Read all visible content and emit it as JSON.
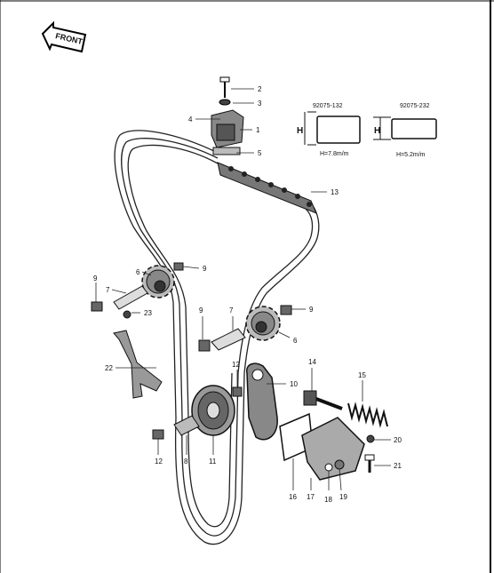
{
  "front_label": "FRONT",
  "parts": {
    "p1": "1",
    "p2": "2",
    "p3": "3",
    "p4": "4",
    "p5": "5",
    "p6a": "6",
    "p6b": "6",
    "p7a": "7",
    "p7b": "7",
    "p8": "8",
    "p9a": "9",
    "p9b": "9",
    "p9c": "9",
    "p9d": "9",
    "p10": "10",
    "p11": "11",
    "p12a": "12",
    "p12b": "12",
    "p13": "13",
    "p14": "14",
    "p15": "15",
    "p16": "16",
    "p17": "17",
    "p18": "18",
    "p19": "19",
    "p20": "20",
    "p21": "21",
    "p22": "22",
    "p23": "23"
  },
  "shim_left": {
    "part_no": "92075-132",
    "dim_label": "H",
    "dim_value": "H=7.8m/m"
  },
  "shim_right": {
    "part_no": "92075-232",
    "dim_label": "H",
    "dim_value": "H=5.2m/m"
  }
}
